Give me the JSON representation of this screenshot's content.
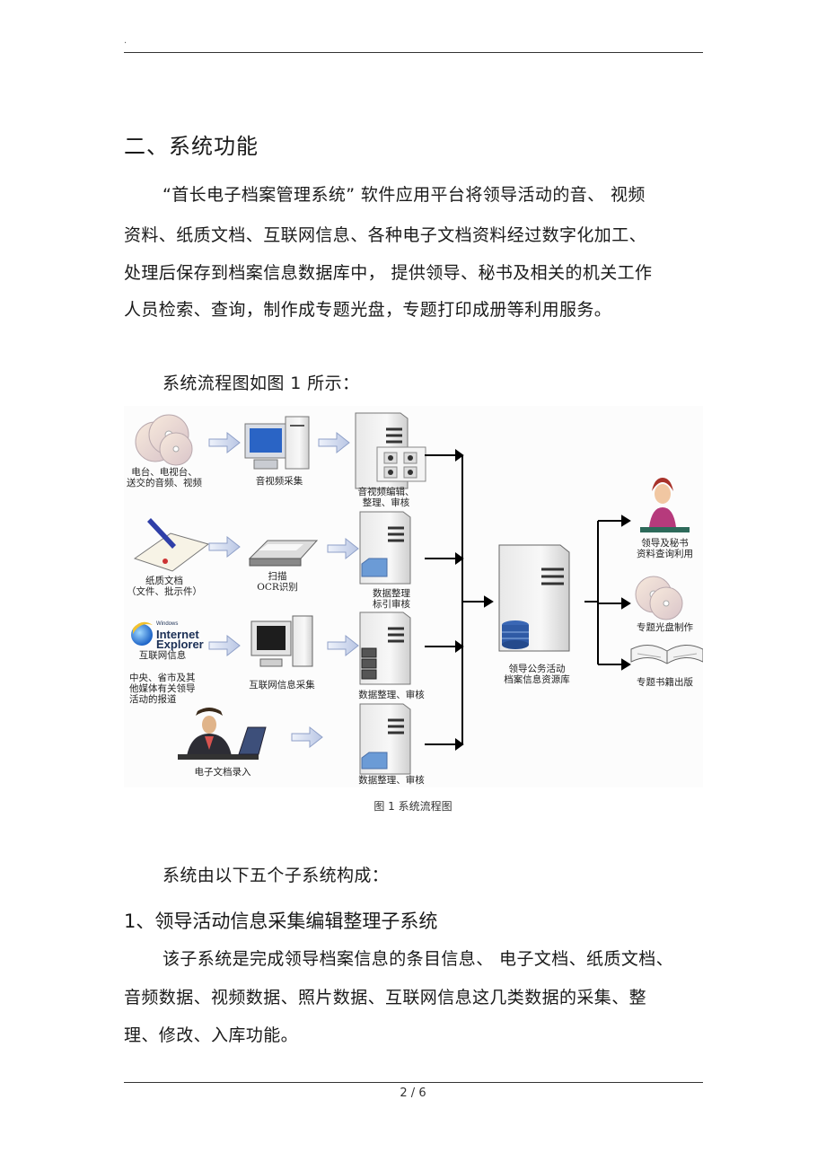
{
  "header": {
    "mark": "."
  },
  "section_title": "二、系统功能",
  "intro_lines": [
    "“首长电子档案管理系统”  软件应用平台将领导活动的音、   视频",
    "资料、纸质文档、互联网信息、各种电子文档资料经过数字化加工、",
    "处理后保存到档案信息数据库中，   提供领导、秘书及相关的机关工作",
    "人员检索、查询，制作成专题光盘，专题打印成册等利用服务。"
  ],
  "figure_intro": "系统流程图如图   1 所示：",
  "figure": {
    "labels": {
      "source_av": [
        "电台、电视台、",
        "送交的音频、视频"
      ],
      "capture_av": "音视频采集",
      "process_av": [
        "音视频编辑、",
        "整理、审核"
      ],
      "source_paper": [
        "纸质文档",
        "（文件、批示件）"
      ],
      "scan": [
        "扫描",
        "OCR识别"
      ],
      "process_paper": [
        "数据整理",
        "标引审核"
      ],
      "ie_logo": [
        "Windows",
        "Internet",
        "Explorer"
      ],
      "source_web": "互联网信息",
      "source_media": [
        "中央、省市及其",
        "他媒体有关领导",
        "活动的报道"
      ],
      "capture_web": "互联网信息采集",
      "process_web": "数据整理、审核",
      "source_edoc": "电子文档录入",
      "process_edoc": "数据整理、审核",
      "repository": [
        "领导公务活动",
        "档案信息资源库"
      ],
      "out_query": [
        "领导及秘书",
        "资料查询利用"
      ],
      "out_disc": "专题光盘制作",
      "out_book": "专题书籍出版"
    },
    "caption": "图 1  系统流程图"
  },
  "subsystems_intro": "系统由以下五个子系统构成：",
  "subsystem_1_title": "1、领导活动信息采集编辑整理子系统",
  "subsystem_1_lines": [
    "该子系统是完成领导档案信息的条目信息、    电子文档、纸质文档、",
    "音频数据、视频数据、照片数据、互联网信息这几类数据的采集、整",
    "理、修改、入库功能。"
  ],
  "footer": {
    "page": "2 / 6"
  }
}
